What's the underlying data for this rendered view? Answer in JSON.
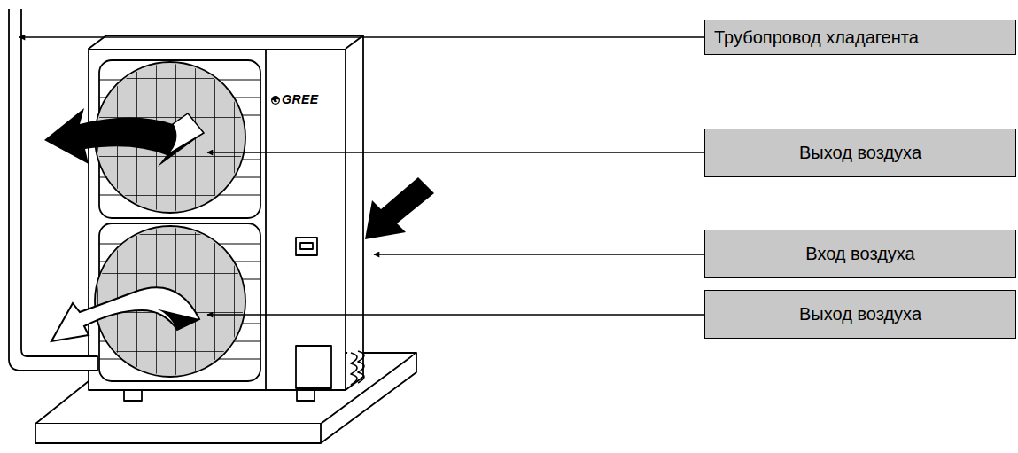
{
  "diagram": {
    "nodes": [
      {
        "text": [
          "Трубопровод хладагента"
        ]
      },
      {
        "text": [
          "Выход воздуха"
        ]
      },
      {
        "text": [
          "Вход воздуха"
        ]
      },
      {
        "text": [
          "Выход воздуха"
        ]
      }
    ],
    "labels": [
      "GREE"
    ]
  }
}
